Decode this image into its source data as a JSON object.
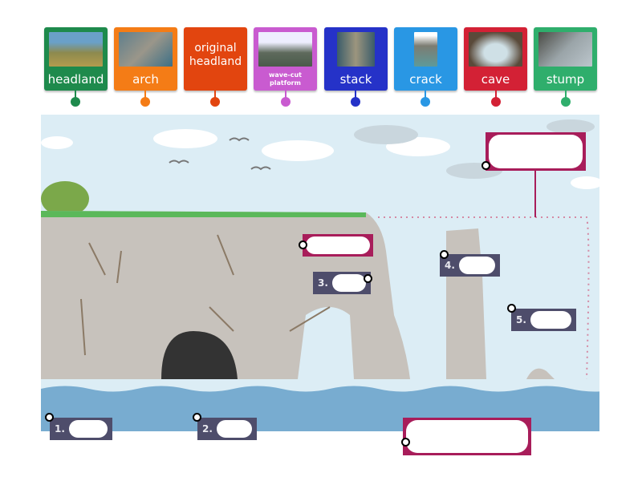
{
  "tiles": [
    {
      "label": "headland",
      "color": "#1e8a4c",
      "pic": "#7b8c5a"
    },
    {
      "label": "arch",
      "color": "#f47c16",
      "pic": "#6c7f77"
    },
    {
      "label": "original headland",
      "line1": "original",
      "line2": "headland",
      "color": "#e2450f"
    },
    {
      "label": "wave-cut platform",
      "line1": "wave-cut",
      "line2": "platform",
      "color": "#c95bd0",
      "pic": "#70786c"
    },
    {
      "label": "stack",
      "color": "#2532c8",
      "pic": "#7c7a6c"
    },
    {
      "label": "crack",
      "color": "#2997e4",
      "pic": "#8a8a80"
    },
    {
      "label": "cave",
      "color": "#d32135",
      "pic": "#8c8a80"
    },
    {
      "label": "stump",
      "color": "#2fae6c",
      "pic": "#6e7a78"
    }
  ],
  "markers": {
    "m1": "1.",
    "m2": "2.",
    "m3": "3.",
    "m4": "4.",
    "m5": "5."
  }
}
